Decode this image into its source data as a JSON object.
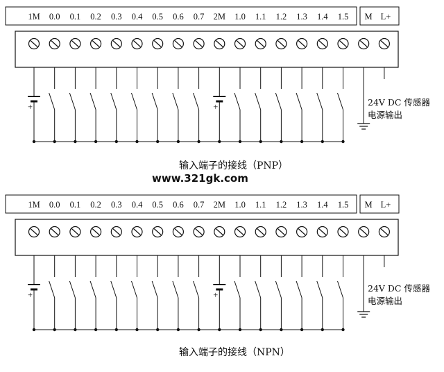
{
  "watermark": "www.321gk.com",
  "panels": [
    {
      "id": "pnp",
      "terminals": [
        "1M",
        "0.0",
        "0.1",
        "0.2",
        "0.3",
        "0.4",
        "0.5",
        "0.6",
        "0.7",
        "2M",
        "1.0",
        "1.1",
        "1.2",
        "1.3",
        "1.4",
        "1.5"
      ],
      "power_terminals": [
        "M",
        "L+"
      ],
      "battery_sign": "+",
      "side_line1": "24V DC 传感器",
      "side_line2": "电源输出",
      "caption": "输入端子的接线（PNP）"
    },
    {
      "id": "npn",
      "terminals": [
        "1M",
        "0.0",
        "0.1",
        "0.2",
        "0.3",
        "0.4",
        "0.5",
        "0.6",
        "0.7",
        "2M",
        "1.0",
        "1.1",
        "1.2",
        "1.3",
        "1.4",
        "1.5"
      ],
      "power_terminals": [
        "M",
        "L+"
      ],
      "battery_sign": "+",
      "side_line1": "24V DC 传感器",
      "side_line2": "电源输出",
      "caption": "输入端子的接线（NPN）"
    }
  ]
}
